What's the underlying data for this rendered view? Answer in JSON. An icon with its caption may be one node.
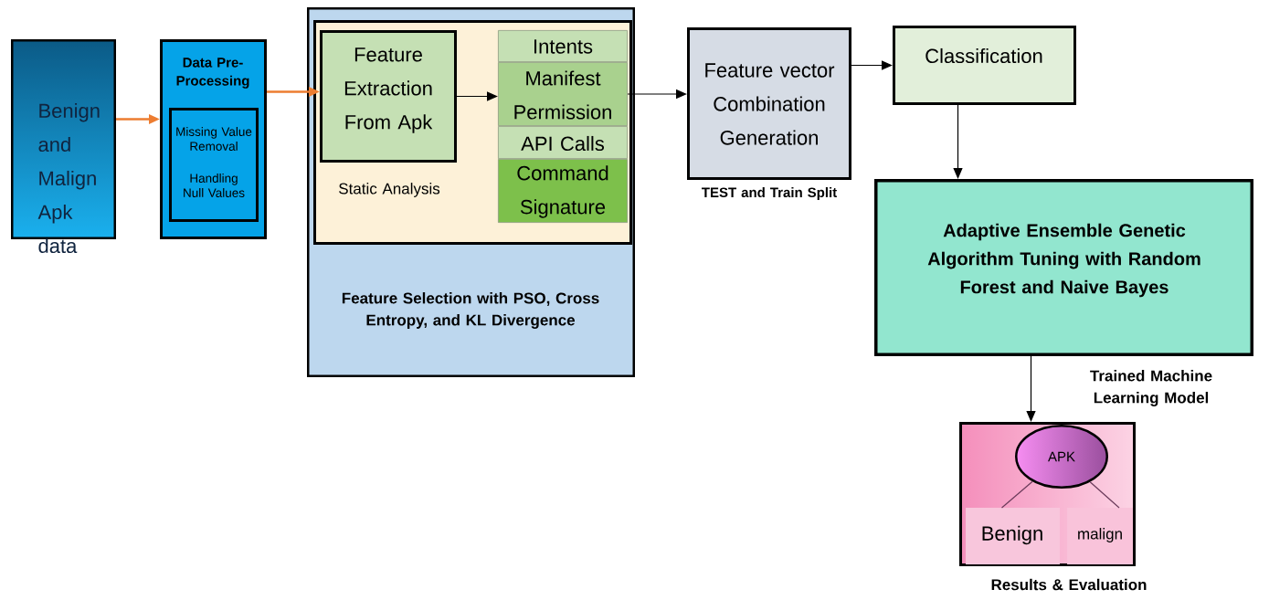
{
  "diagram": {
    "nodes": [
      {
        "text": [
          "Benign and Malign Apk data"
        ]
      },
      {
        "text": [
          "Data Pre-Processing"
        ]
      },
      {
        "text": [
          "Missing Value Removal",
          "Handling Null Values"
        ],
        "in": 1
      },
      {
        "text": [
          "Feature Selection with PSO, Cross Entropy, and KL Divergence"
        ]
      },
      {
        "text": [
          "Static Analysis"
        ],
        "in": 3
      },
      {
        "text": [
          "Feature Extraction From Apk"
        ],
        "in": 4
      },
      {
        "text": [
          "Intents"
        ],
        "in": 4
      },
      {
        "text": [
          "Manifest Permission"
        ],
        "in": 4
      },
      {
        "text": [
          "API Calls"
        ],
        "in": 4
      },
      {
        "text": [
          "Command Signature"
        ],
        "in": 4
      },
      {
        "text": [
          "Feature vector Combination Generation"
        ],
        "beside": [
          "TEST and Train Split"
        ]
      },
      {
        "text": [
          "Classification"
        ]
      },
      {
        "text": [
          "Adaptive Ensemble Genetic Algorithm Tuning with Random Forest and Naive Bayes"
        ],
        "beside": [
          "Trained Machine Learning Model"
        ]
      },
      {
        "text": [],
        "shape": "box",
        "beside": [
          "Results & Evaluation"
        ]
      },
      {
        "text": [
          "APK"
        ],
        "in": 13
      },
      {
        "text": [
          "Benign"
        ],
        "in": 13
      },
      {
        "text": [
          "malign"
        ],
        "in": 13
      }
    ],
    "edges": [
      {
        "from": 0,
        "to": 1,
        "arrow": "to",
        "color": "#ed7d31"
      },
      {
        "from": 1,
        "to": 5,
        "arrow": "to",
        "color": "#ed7d31"
      },
      {
        "from": 5,
        "to": 7,
        "arrow": "to"
      },
      {
        "from": 7,
        "to": 10,
        "arrow": "to"
      },
      {
        "from": 10,
        "to": 11,
        "arrow": "to"
      },
      {
        "from": 11,
        "to": 12,
        "arrow": "to"
      },
      {
        "from": 12,
        "to": 13,
        "arrow": "to"
      },
      {
        "from": 14,
        "to": 15,
        "arrow": "none",
        "color": "#6a3a5a"
      },
      {
        "from": 14,
        "to": 16,
        "arrow": "none",
        "color": "#6a3a5a"
      }
    ]
  }
}
